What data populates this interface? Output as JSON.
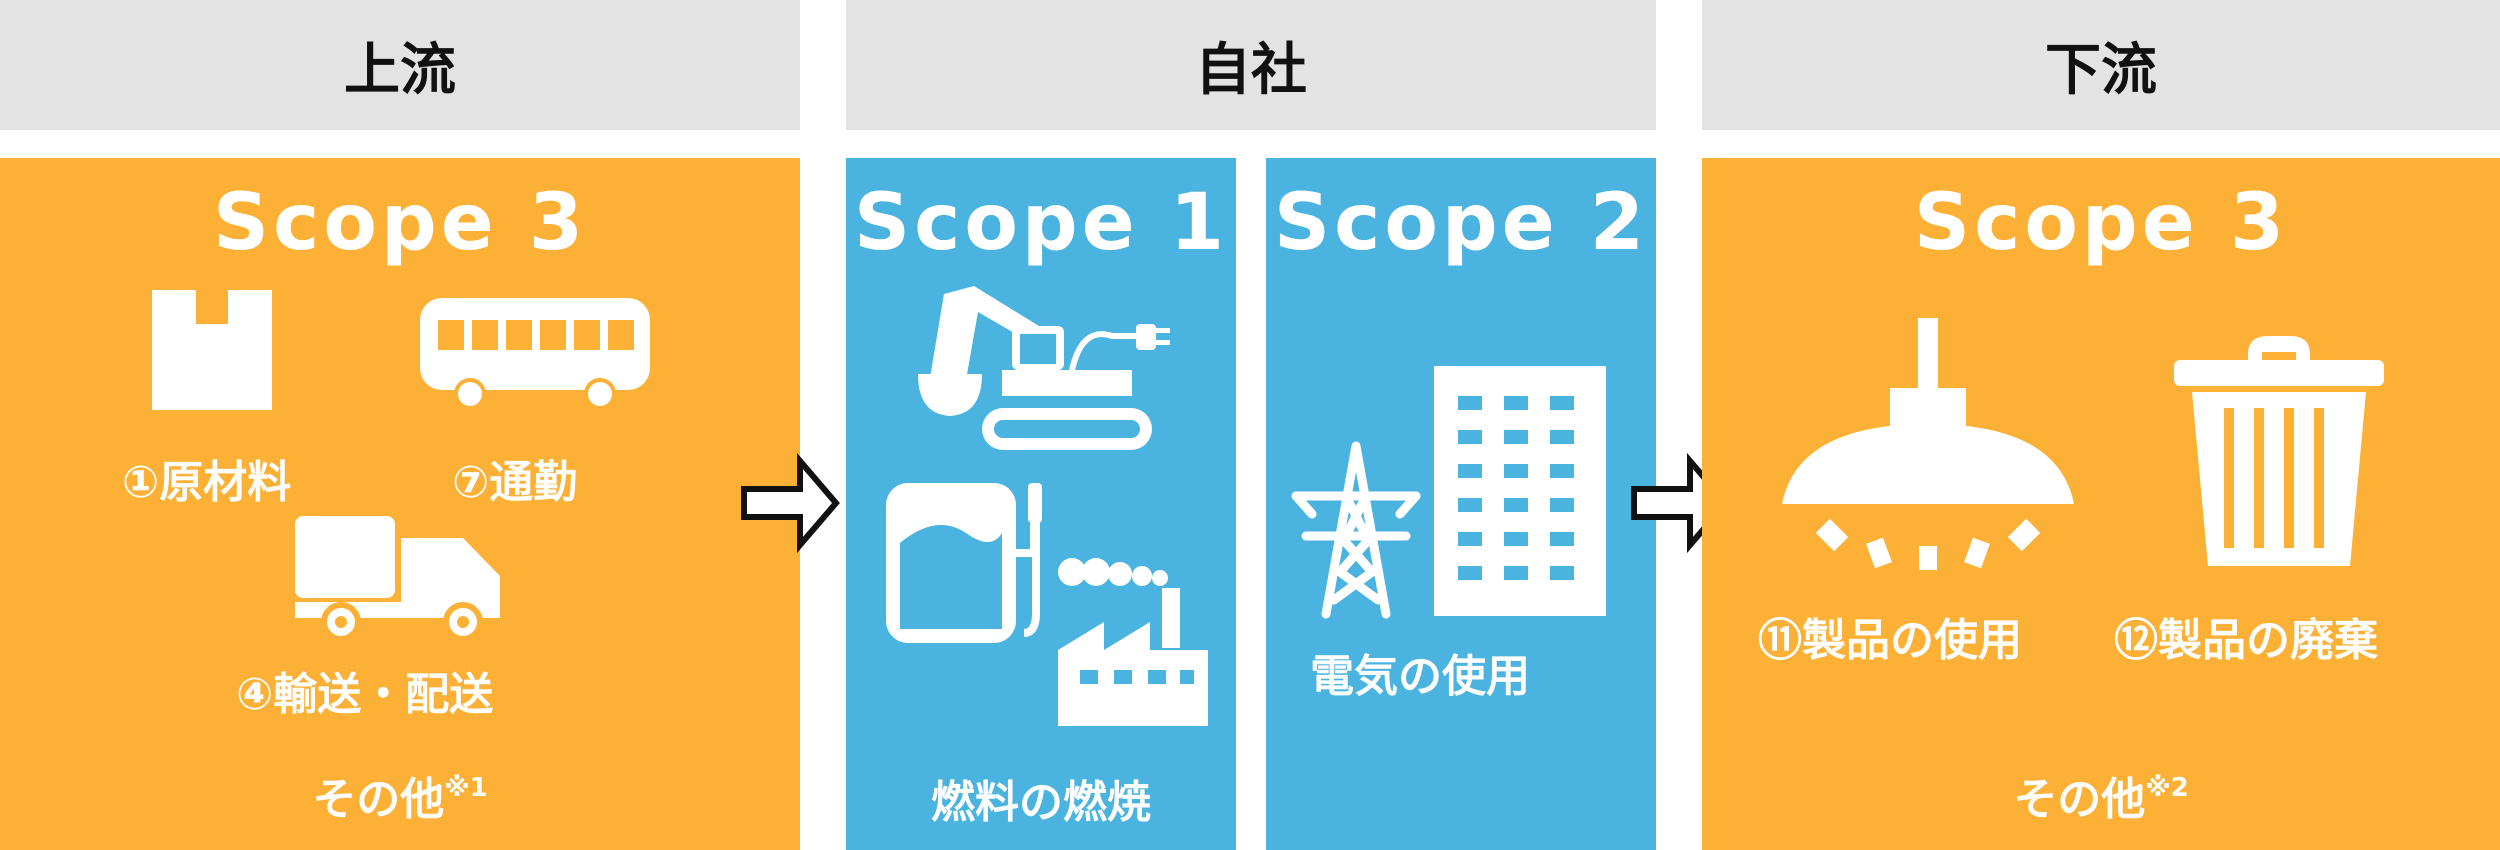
{
  "headers": {
    "upstream": "上流",
    "company": "自社",
    "downstream": "下流"
  },
  "upstream": {
    "scope": "Scope 3",
    "items": {
      "raw_materials": "①原材料",
      "commute": "⑦通勤",
      "transport": "④輸送・配送"
    },
    "other": "その他",
    "other_note": "※1"
  },
  "scope1": {
    "scope": "Scope 1",
    "label": "燃料の燃焼"
  },
  "scope2": {
    "scope": "Scope 2",
    "label": "電気の使用"
  },
  "downstream": {
    "scope": "Scope 3",
    "items": {
      "product_use": "⑪製品の使用",
      "product_disposal": "⑫製品の廃棄"
    },
    "other": "その他",
    "other_note": "※2"
  },
  "colors": {
    "scope3": "#fcb035",
    "scope12": "#4ab3df",
    "header": "#e3e3e3"
  }
}
